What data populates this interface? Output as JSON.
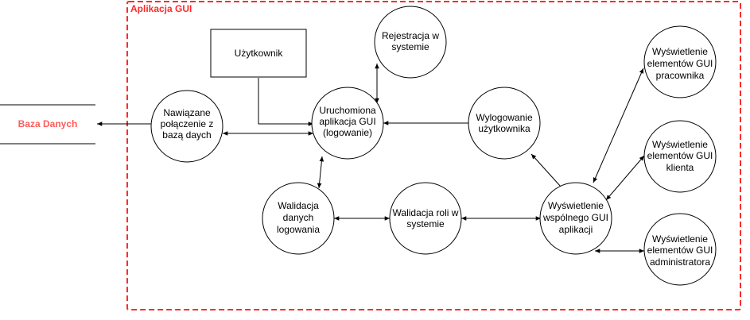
{
  "boundary": {
    "title": "Aplikacja GUI",
    "color": "#ff2a2a"
  },
  "database": {
    "label": "Baza Danych",
    "color": "#ff5c5c"
  },
  "nodes": {
    "uzytkownik": "Użytkownik",
    "rejestracja": [
      "Rejestracja w",
      "systemie"
    ],
    "polaczenie": [
      "Nawiązane",
      "połączenie  z",
      "bazą daych"
    ],
    "uruchomiona": [
      "Uruchomiona",
      "aplikacja GUI",
      "(logowanie)"
    ],
    "wylogowanie": [
      "Wylogowanie",
      "użytkownika"
    ],
    "walidacja_danych": [
      "Walidacja",
      "danych",
      "logowania"
    ],
    "walidacja_roli": [
      "Walidacja roli w",
      "systemie"
    ],
    "wspolne_gui": [
      "Wyświetlenie",
      "wspólnego GUI",
      "aplikacji"
    ],
    "gui_pracownika": [
      "Wyświetlenie",
      "elementów GUI",
      "pracownika"
    ],
    "gui_klienta": [
      "Wyświetlenie",
      "elementów GUI",
      "klienta"
    ],
    "gui_administratora": [
      "Wyświetlenie",
      "elementów GUI",
      "administratora"
    ]
  },
  "colors": {
    "stroke": "#000000",
    "fill": "#ffffff"
  }
}
